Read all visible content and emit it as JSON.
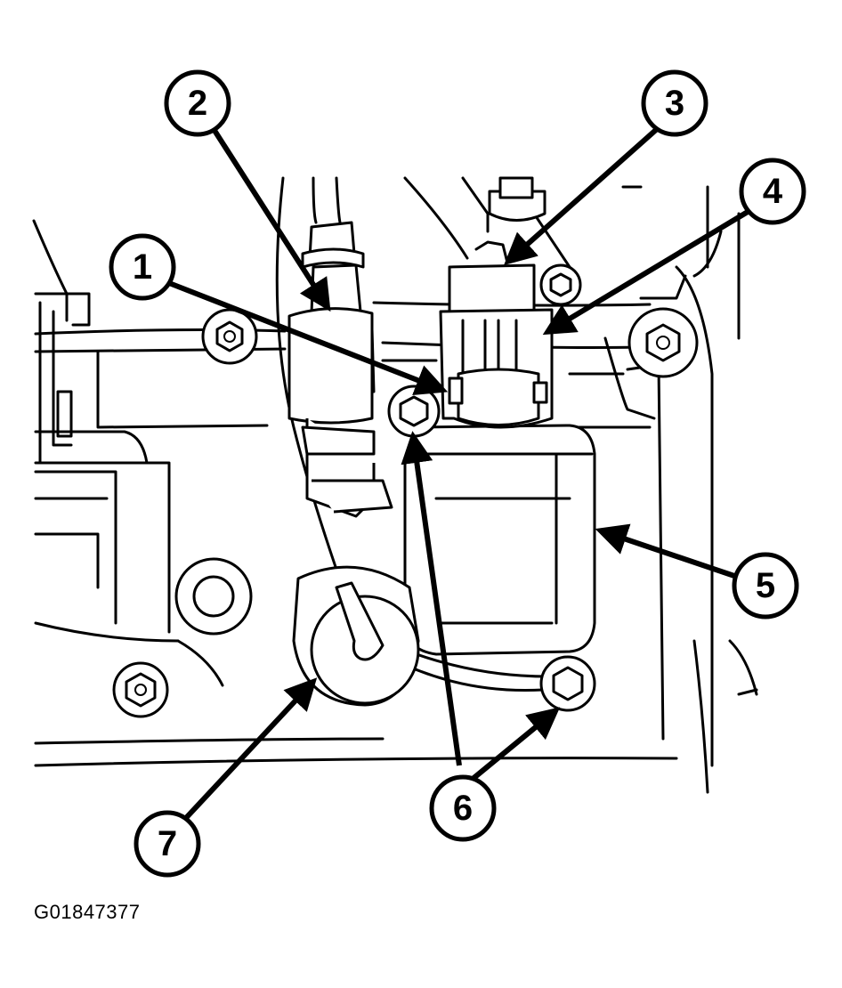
{
  "figure_id": "G01847377",
  "callouts": [
    {
      "number": "1"
    },
    {
      "number": "2"
    },
    {
      "number": "3"
    },
    {
      "number": "4"
    },
    {
      "number": "5"
    },
    {
      "number": "6"
    },
    {
      "number": "7"
    }
  ]
}
